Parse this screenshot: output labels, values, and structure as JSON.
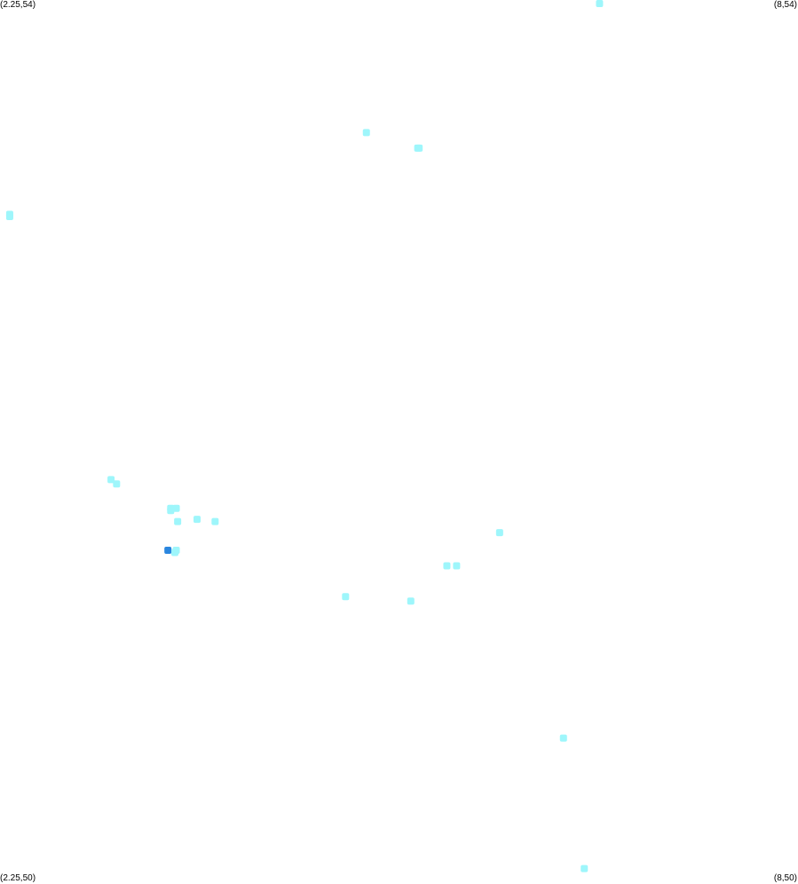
{
  "corners": {
    "top_left": "(2.25,54)",
    "top_right": "(8,54)",
    "bottom_left": "(2.25,50)",
    "bottom_right": "(8,50)"
  },
  "extent": {
    "lon_min": 2.25,
    "lon_max": 8,
    "lat_min": 50,
    "lat_max": 54
  },
  "colors": {
    "light": "#9ef6fb",
    "dark": "#2a86df",
    "background": "#ffffff"
  },
  "chart_data": {
    "type": "heatmap",
    "x_range": [
      2.25,
      8
    ],
    "y_range": [
      50,
      54
    ],
    "cells": [
      {
        "lon": 6.57,
        "lat": 53.99,
        "level": 1
      },
      {
        "lon": 4.89,
        "lat": 53.4,
        "level": 1
      },
      {
        "lon": 5.27,
        "lat": 53.33,
        "level": 1
      },
      {
        "lon": 5.26,
        "lat": 53.33,
        "level": 1
      },
      {
        "lon": 2.32,
        "lat": 53.03,
        "level": 1
      },
      {
        "lon": 2.32,
        "lat": 53.02,
        "level": 1
      },
      {
        "lon": 3.05,
        "lat": 51.83,
        "level": 1
      },
      {
        "lon": 3.09,
        "lat": 51.81,
        "level": 1
      },
      {
        "lon": 3.48,
        "lat": 51.7,
        "level": 1
      },
      {
        "lon": 3.52,
        "lat": 51.7,
        "level": 1
      },
      {
        "lon": 3.48,
        "lat": 51.69,
        "level": 1
      },
      {
        "lon": 3.53,
        "lat": 51.64,
        "level": 1
      },
      {
        "lon": 3.67,
        "lat": 51.65,
        "level": 1
      },
      {
        "lon": 3.8,
        "lat": 51.64,
        "level": 1
      },
      {
        "lon": 3.46,
        "lat": 51.51,
        "level": 2
      },
      {
        "lon": 3.52,
        "lat": 51.51,
        "level": 1
      },
      {
        "lon": 3.51,
        "lat": 51.5,
        "level": 1
      },
      {
        "lon": 5.85,
        "lat": 51.59,
        "level": 1
      },
      {
        "lon": 5.47,
        "lat": 51.44,
        "level": 1
      },
      {
        "lon": 5.54,
        "lat": 51.44,
        "level": 1
      },
      {
        "lon": 4.74,
        "lat": 51.3,
        "level": 1
      },
      {
        "lon": 5.21,
        "lat": 51.28,
        "level": 1
      },
      {
        "lon": 6.31,
        "lat": 50.66,
        "level": 1
      },
      {
        "lon": 6.46,
        "lat": 50.07,
        "level": 1
      }
    ]
  }
}
